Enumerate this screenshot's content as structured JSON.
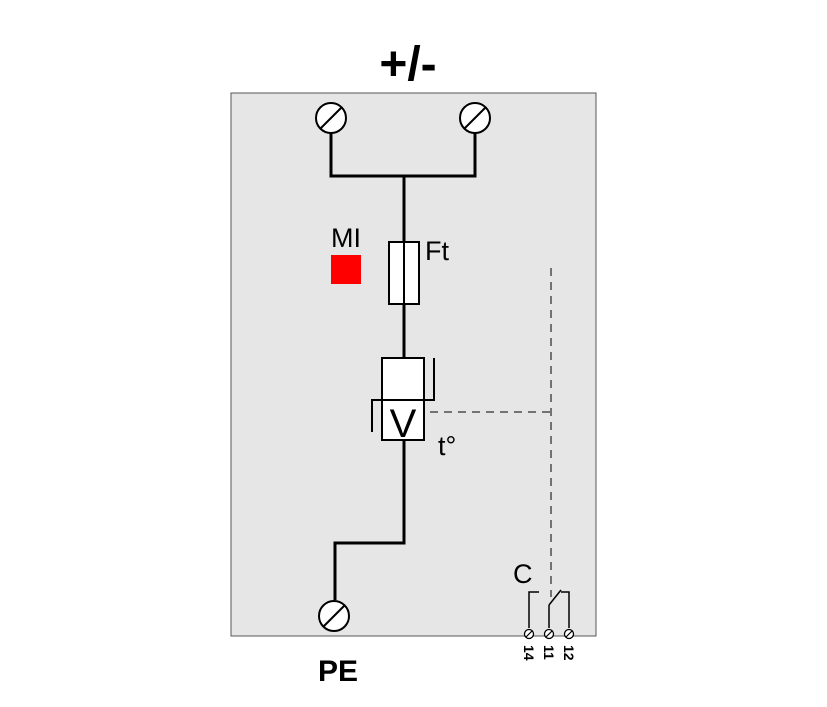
{
  "diagram": {
    "title": "+/-",
    "pe_label": "PE",
    "mi_label": "MI",
    "fuse_label": "Ft",
    "varistor_label": "V",
    "thermal_label": "t°",
    "contact_label": "C",
    "terminals": [
      "14",
      "11",
      "12"
    ],
    "colors": {
      "panel": "#e6e6e6",
      "indicator": "#ff0000",
      "line": "#000000"
    }
  }
}
